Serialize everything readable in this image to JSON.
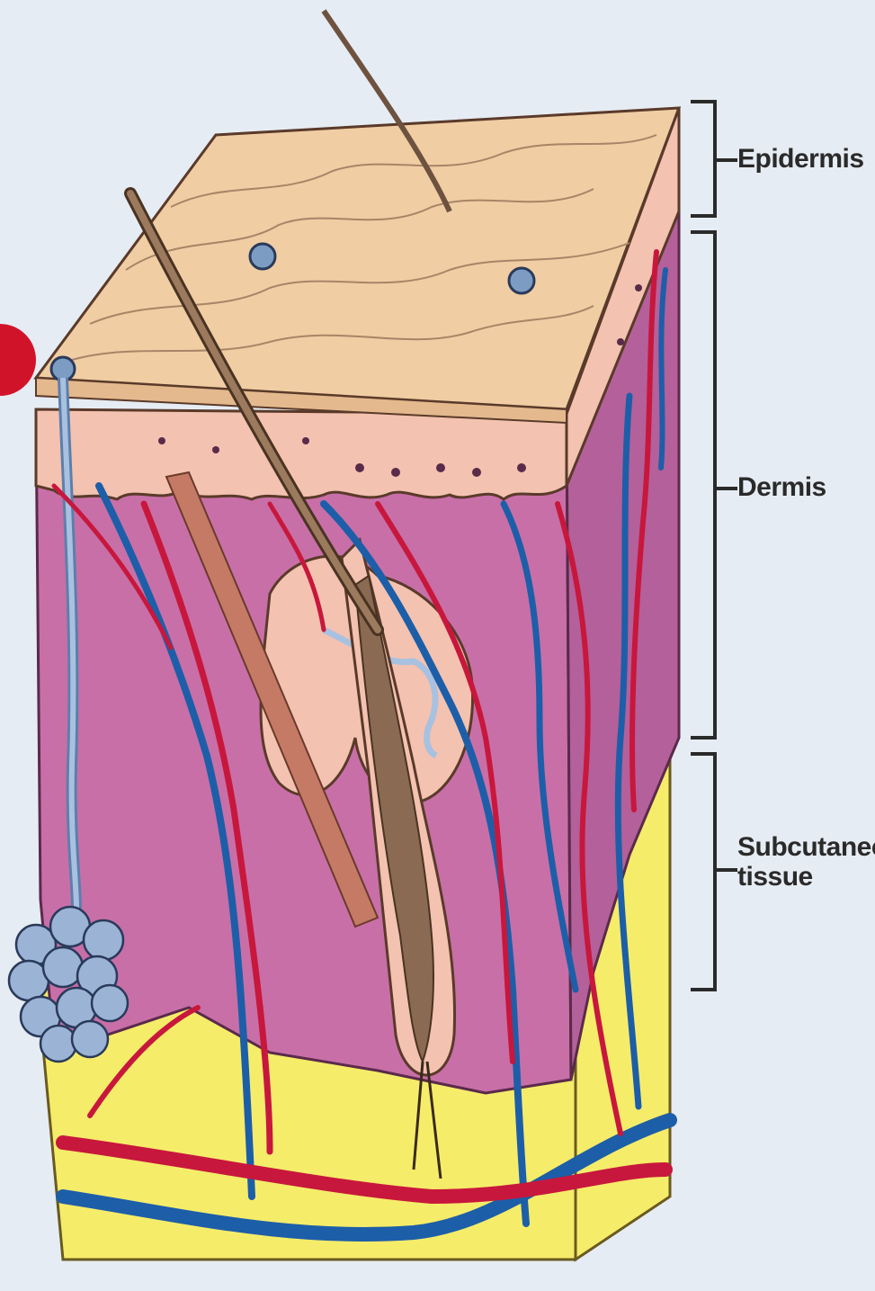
{
  "labels": {
    "epidermis": "Epidermis",
    "dermis": "Dermis",
    "subcutaneous_line1": "Subcutaneous",
    "subcutaneous_line2": "tissue"
  },
  "colors": {
    "background": "#e6ecf3",
    "epidermis": "#f0cda3",
    "epidermis_lower": "#f4c2b0",
    "dermis": "#c86fa8",
    "dermis_dark": "#b4609a",
    "fat": "#f5ec6a",
    "artery": "#c8173c",
    "vein": "#1d5ea8",
    "gland": "#9bb4d6",
    "hair": "#8a6a52",
    "muscle": "#c57a66",
    "bracket": "#2a2a2a"
  }
}
